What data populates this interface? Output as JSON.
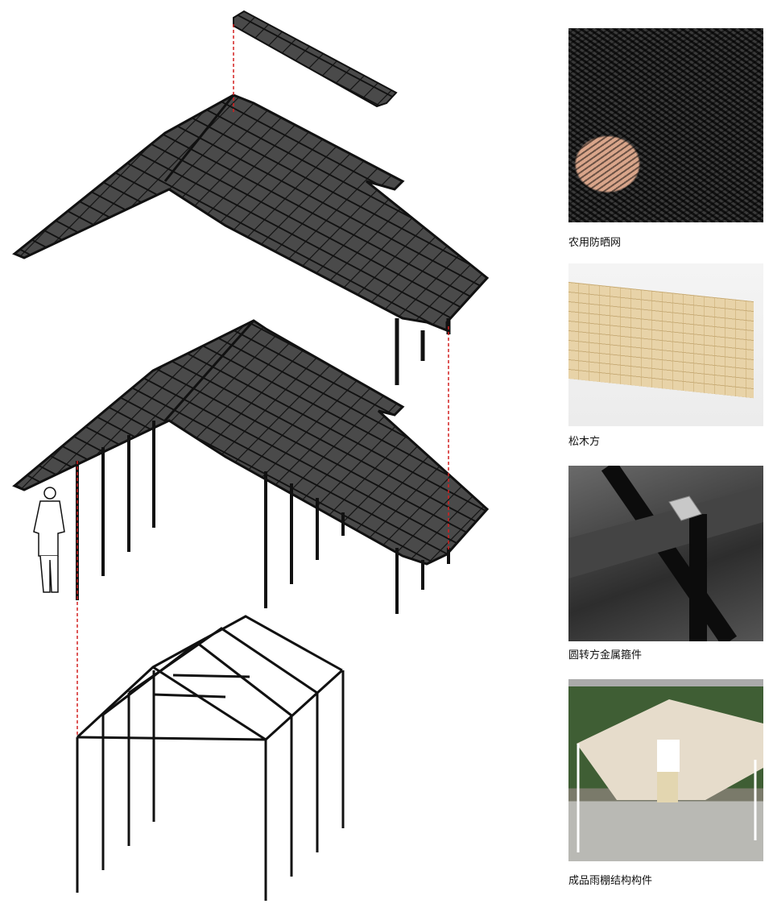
{
  "materials": [
    {
      "caption": "农用防晒网",
      "icon": "shade-net-photo"
    },
    {
      "caption": "松木方",
      "icon": "pine-timber-photo"
    },
    {
      "caption": "圆转方金属箍件",
      "icon": "metal-clamp-photo"
    },
    {
      "caption": "成品雨棚结构构件",
      "icon": "canopy-frame-photo"
    }
  ],
  "colors": {
    "roof": "#3b3b3b",
    "frame": "#111111",
    "guide": "#d42020"
  }
}
